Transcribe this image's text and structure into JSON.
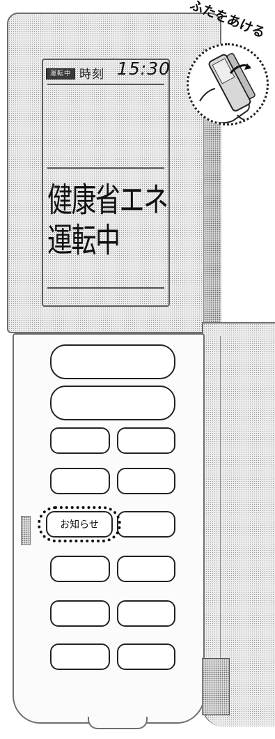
{
  "callout": {
    "open_label": "ふたをあける"
  },
  "display": {
    "status_badge": "運転中",
    "time_label": "時刻",
    "time_value": "15:30",
    "line1": "健康省エネ",
    "line2": "運転中"
  },
  "buttons": {
    "notice_label": "お知らせ"
  }
}
